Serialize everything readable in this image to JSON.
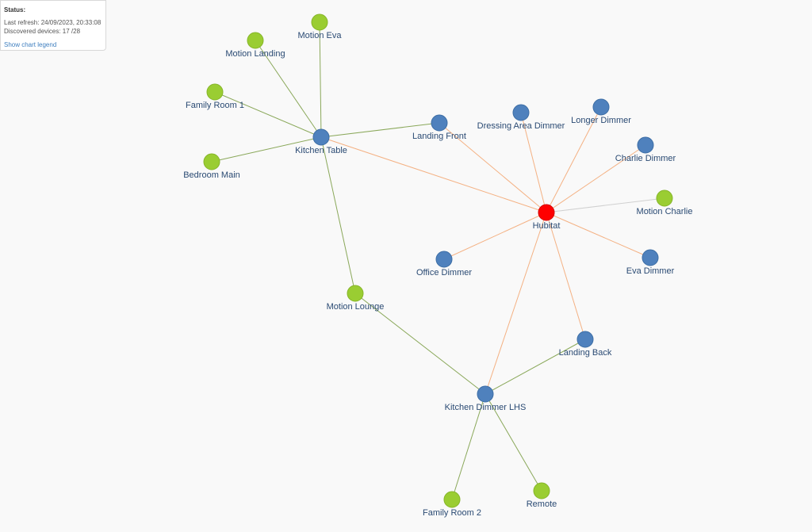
{
  "status": {
    "title": "Status:",
    "last_refresh": "Last refresh: 24/09/2023, 20:33:08",
    "discovered": "Discovered devices: 17 /28",
    "legend_link": "Show chart legend"
  },
  "colors": {
    "hub": "#ff0000",
    "router": "#4f81bd",
    "end_device": "#9acd32",
    "edge_green": "#8aa85a",
    "edge_orange": "#f4b183",
    "edge_gray": "#d0d0d0"
  },
  "nodes": [
    {
      "id": "hubitat",
      "label": "Hubitat",
      "kind": "hub"
    },
    {
      "id": "kitchen-table",
      "label": "Kitchen Table",
      "kind": "router"
    },
    {
      "id": "landing-front",
      "label": "Landing Front",
      "kind": "router"
    },
    {
      "id": "dressing-area-dimmer",
      "label": "Dressing Area Dimmer",
      "kind": "router"
    },
    {
      "id": "longer-dimmer",
      "label": "Longer Dimmer",
      "kind": "router"
    },
    {
      "id": "charlie-dimmer",
      "label": "Charlie Dimmer",
      "kind": "router"
    },
    {
      "id": "eva-dimmer",
      "label": "Eva Dimmer",
      "kind": "router"
    },
    {
      "id": "office-dimmer",
      "label": "Office Dimmer",
      "kind": "router"
    },
    {
      "id": "landing-back",
      "label": "Landing Back",
      "kind": "router"
    },
    {
      "id": "kitchen-dimmer-lhs",
      "label": "Kitchen Dimmer LHS",
      "kind": "router"
    },
    {
      "id": "motion-eva",
      "label": "Motion Eva",
      "kind": "end_device"
    },
    {
      "id": "motion-landing",
      "label": "Motion Landing",
      "kind": "end_device"
    },
    {
      "id": "family-room-1",
      "label": "Family Room 1",
      "kind": "end_device"
    },
    {
      "id": "bedroom-main",
      "label": "Bedroom Main",
      "kind": "end_device"
    },
    {
      "id": "motion-charlie",
      "label": "Motion Charlie",
      "kind": "end_device"
    },
    {
      "id": "motion-lounge",
      "label": "Motion Lounge",
      "kind": "end_device"
    },
    {
      "id": "family-room-2",
      "label": "Family Room 2",
      "kind": "end_device"
    },
    {
      "id": "remote",
      "label": "Remote",
      "kind": "end_device"
    }
  ],
  "edges": [
    {
      "from": "hubitat",
      "to": "kitchen-table",
      "kind": "orange"
    },
    {
      "from": "hubitat",
      "to": "landing-front",
      "kind": "orange"
    },
    {
      "from": "hubitat",
      "to": "dressing-area-dimmer",
      "kind": "orange"
    },
    {
      "from": "hubitat",
      "to": "longer-dimmer",
      "kind": "orange"
    },
    {
      "from": "hubitat",
      "to": "charlie-dimmer",
      "kind": "orange"
    },
    {
      "from": "hubitat",
      "to": "motion-charlie",
      "kind": "gray"
    },
    {
      "from": "hubitat",
      "to": "eva-dimmer",
      "kind": "orange"
    },
    {
      "from": "hubitat",
      "to": "office-dimmer",
      "kind": "orange"
    },
    {
      "from": "hubitat",
      "to": "landing-back",
      "kind": "orange"
    },
    {
      "from": "hubitat",
      "to": "kitchen-dimmer-lhs",
      "kind": "orange"
    },
    {
      "from": "kitchen-table",
      "to": "motion-eva",
      "kind": "green"
    },
    {
      "from": "kitchen-table",
      "to": "motion-landing",
      "kind": "green"
    },
    {
      "from": "kitchen-table",
      "to": "family-room-1",
      "kind": "green"
    },
    {
      "from": "kitchen-table",
      "to": "bedroom-main",
      "kind": "green"
    },
    {
      "from": "kitchen-table",
      "to": "landing-front",
      "kind": "green"
    },
    {
      "from": "kitchen-table",
      "to": "motion-lounge",
      "kind": "green"
    },
    {
      "from": "motion-lounge",
      "to": "kitchen-dimmer-lhs",
      "kind": "green"
    },
    {
      "from": "kitchen-dimmer-lhs",
      "to": "landing-back",
      "kind": "green"
    },
    {
      "from": "kitchen-dimmer-lhs",
      "to": "family-room-2",
      "kind": "green"
    },
    {
      "from": "kitchen-dimmer-lhs",
      "to": "remote",
      "kind": "green"
    }
  ]
}
